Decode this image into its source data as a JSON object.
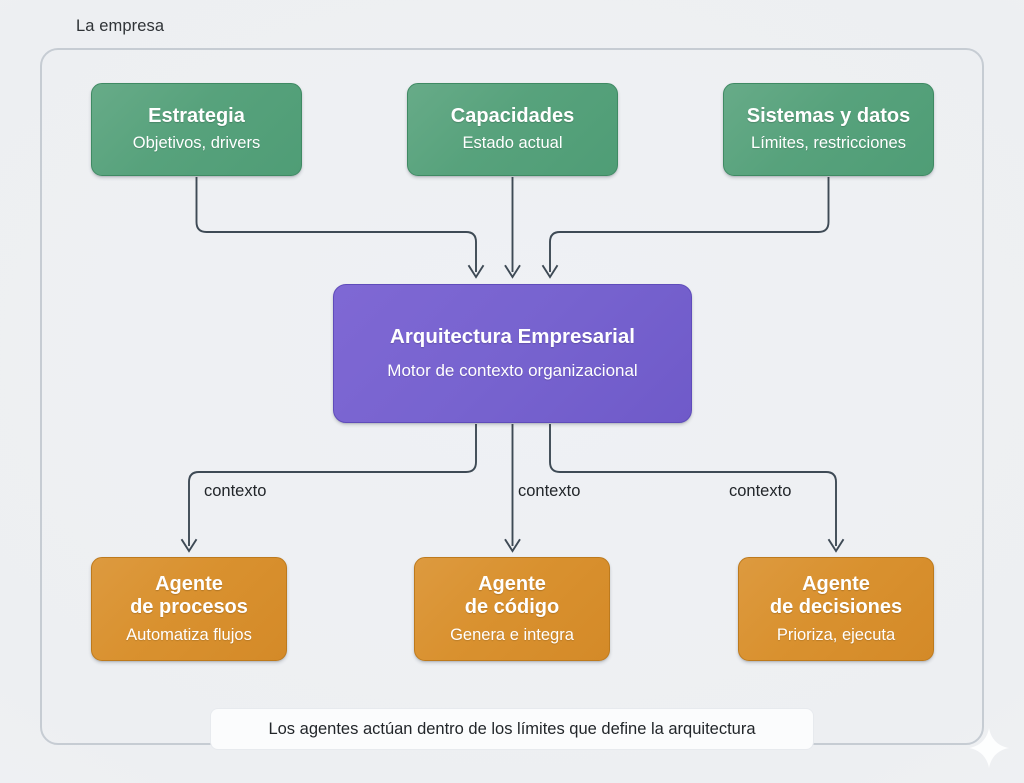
{
  "diagram": {
    "group": {
      "label": "La empresa"
    },
    "inputs": [
      {
        "id": "estrategia",
        "title": "Estrategia",
        "subtitle": "Objetivos, drivers",
        "color": "#57a27c"
      },
      {
        "id": "capacidades",
        "title": "Capacidades",
        "subtitle": "Estado actual",
        "color": "#57a27c"
      },
      {
        "id": "sistemas",
        "title": "Sistemas y datos",
        "subtitle": "Límites, restricciones",
        "color": "#57a27c"
      }
    ],
    "core": {
      "id": "arquitectura-empresarial",
      "title": "Arquitectura Empresarial",
      "subtitle": "Motor de contexto organizacional",
      "color": "#7763cf"
    },
    "agents": [
      {
        "id": "procesos",
        "title_line1": "Agente",
        "title_line2": "de procesos",
        "subtitle": "Automatiza flujos",
        "color": "#d9912f"
      },
      {
        "id": "codigo",
        "title_line1": "Agente",
        "title_line2": "de código",
        "subtitle": "Genera e integra",
        "color": "#d9912f"
      },
      {
        "id": "decisiones",
        "title_line1": "Agente",
        "title_line2": "de decisiones",
        "subtitle": "Prioriza, ejecuta",
        "color": "#d9912f"
      }
    ],
    "edge_labels": [
      "contexto",
      "contexto",
      "contexto"
    ],
    "footer_note": "Los agentes actúan dentro de los límites que define la arquitectura",
    "colors": {
      "background": "#eef0f3",
      "frame_border": "#c6ccd3",
      "connector": "#3e4a55",
      "green": "#57a27c",
      "purple": "#7763cf",
      "orange": "#d9912f",
      "text_light": "#ffffff",
      "text_dark": "#22262a"
    }
  }
}
